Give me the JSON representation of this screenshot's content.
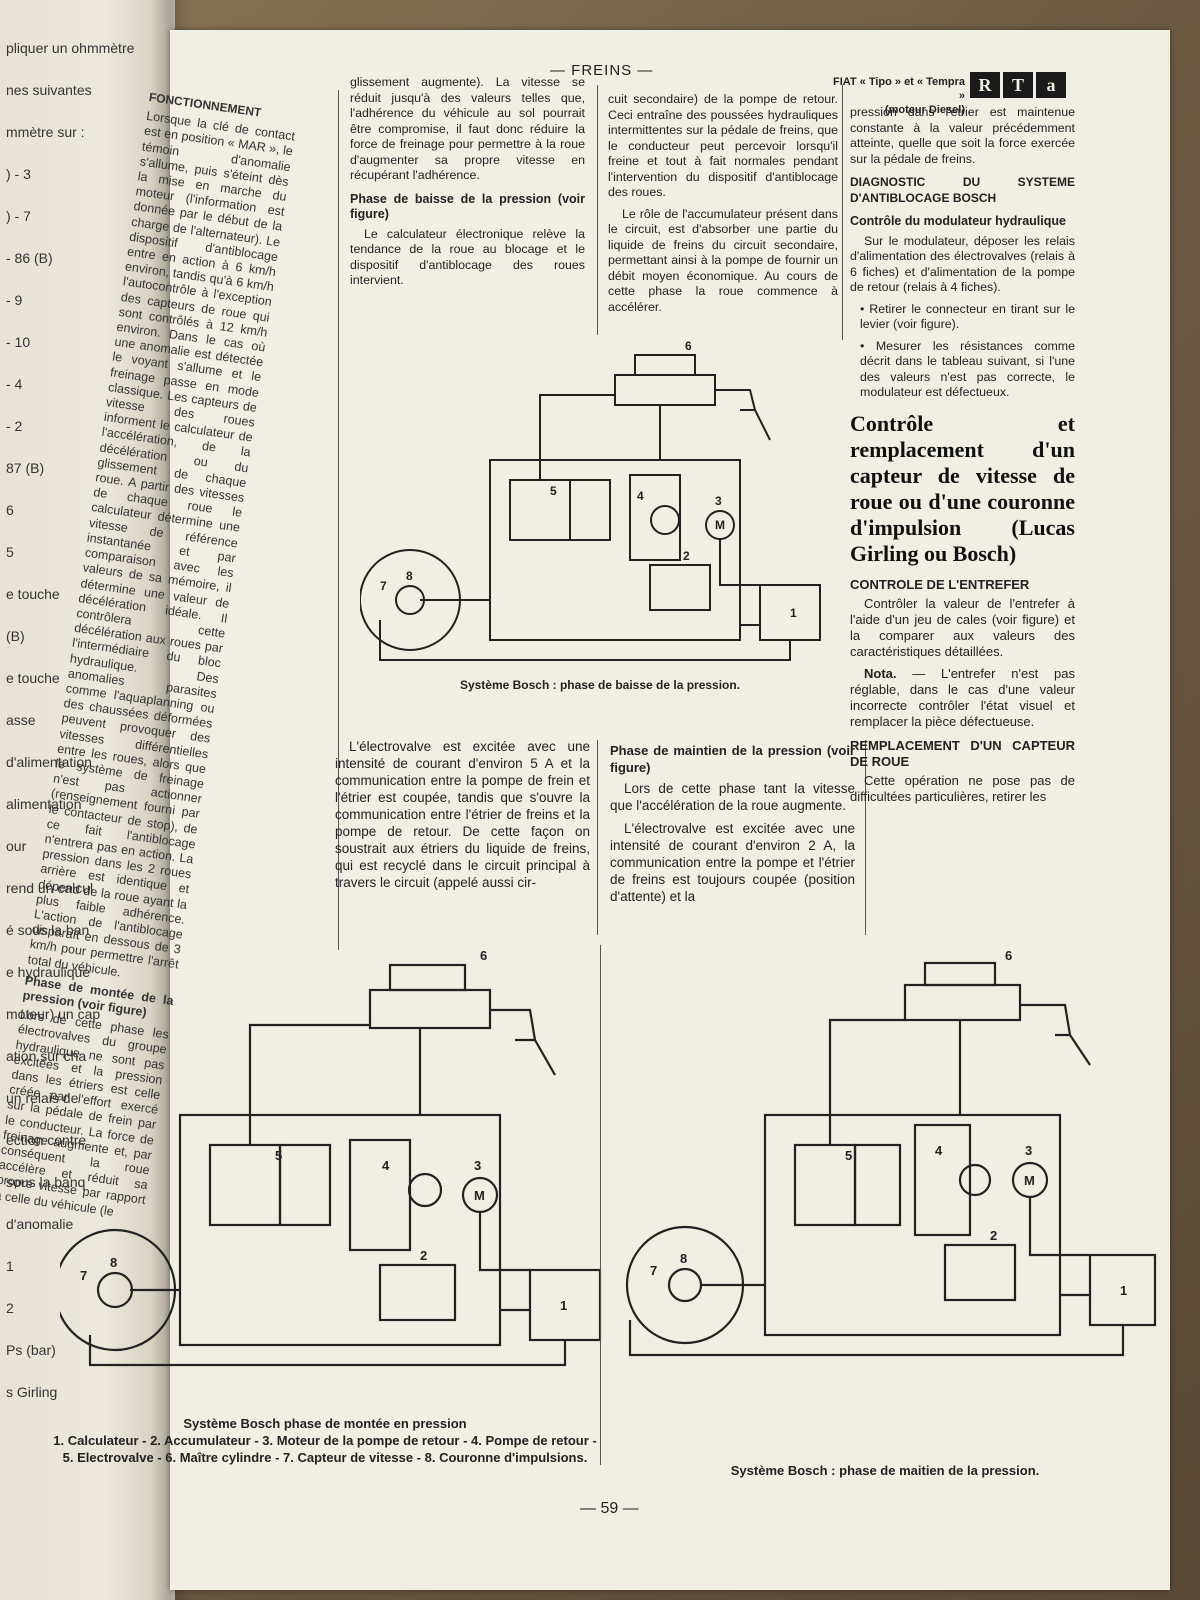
{
  "header": {
    "section": "— FREINS —",
    "car_line1": "FIAT « Tipo » et « Tempra »",
    "car_line2": "(moteur Diesel)",
    "logo": [
      "R",
      "T",
      "a"
    ]
  },
  "left_page": {
    "fragments": [
      "pliquer un ohmmètre",
      "nes suivantes",
      "mmètre sur :",
      ") - 3",
      ") - 7",
      "- 86 (B)",
      "- 9",
      "- 10",
      "- 4",
      "- 2",
      "87 (B)",
      "6",
      "5",
      "e touche",
      "(B)",
      "e touche",
      "asse",
      "d'alimentation",
      "alimentation",
      "our",
      "rend un calcul",
      "é sous la ban",
      "e hydraulique",
      "moteur) un cap",
      "ation sur cha",
      "un relais de",
      "ection contre",
      "sous la banq",
      "d'anomalie",
      "1",
      "2",
      "Ps (bar)",
      "s Girling"
    ]
  },
  "col0": {
    "heading": "FONCTIONNEMENT",
    "p1": "Lorsque la clé de contact est en position « MAR », le témoin d'anomalie s'allume, puis s'éteint dès la mise en marche du moteur (l'information est donnée par le début de la charge de l'alternateur). Le dispositif d'antiblocage entre en action à 6 km/h environ, tandis qu'à 6 km/h l'autocontrôle à l'exception des capteurs de roue qui sont contrôlés à 12 km/h environ. Dans le cas où une anomalie est détectée le voyant s'allume et le freinage passe en mode classique. Les capteurs de vitesse des roues informent le calculateur de l'accélération, de la décélération ou du glissement de chaque roue. A partir des vitesses de chaque roue le calculateur détermine une vitesse de référence instantanée et par comparaison avec les valeurs de sa mémoire, il détermine une valeur de décélération idéale. Il contrôlera cette décélération aux roues par l'intermédiaire du bloc hydraulique. Des anomalies parasites comme l'aquaplanning ou des chaussées déformées peuvent provoquer des vitesses différentielles entre les roues, alors que le système de freinage n'est pas actionner (renseignement fourni par le contacteur de stop), de ce fait l'antiblocage n'entrera pas en action. La pression dans les 2 roues arrière est identique et dépend de la roue ayant la plus faible adhérence. L'action de l'antiblocage disparaît en dessous de 3 km/h pour permettre l'arrêt total du véhicule.",
    "h2": "Phase de montée de la pression (voir figure)",
    "p2": "Lors de cette phase les électrovalves du groupe hydraulique ne sont pas excitées et la pression dans les étriers est celle créée par l'effort exercé sur la pédale de frein par le conducteur. La force de freinage augmente et, par conséquent la roue accélère et réduit sa propre vitesse par rapport à celle du véhicule (le"
  },
  "col1": {
    "p1": "glissement augmente). La vitesse se réduit jusqu'à des valeurs telles que, l'adhérence du véhicule au sol pourrait être compromise, il faut donc réduire la force de freinage pour permettre à la roue d'augmenter sa propre vitesse en récupérant l'adhérence.",
    "h1": "Phase de baisse de la pression (voir figure)",
    "p2": "Le calculateur électronique relève la tendance de la roue au blocage et le dispositif d'antiblocage des roues intervient.",
    "p3": "L'électrovalve est excitée avec une intensité de courant d'environ 5 A et la communication entre la pompe de frein et l'étrier est coupée, tandis que s'ouvre la communication entre l'étrier de freins et la pompe de retour. De cette façon on soustrait aux étriers du liquide de freins, qui est recyclé dans le circuit principal à travers le circuit (appelé aussi cir-"
  },
  "col2": {
    "p1": "cuit secondaire) de la pompe de retour. Ceci entraîne des poussées hydrauliques intermittentes sur la pédale de freins, que le conducteur peut percevoir lorsqu'il freine et tout à fait normales pendant l'intervention du dispositif d'antiblocage des roues.",
    "p2": "Le rôle de l'accumulateur présent dans le circuit, est d'absorber une partie du liquide de freins du circuit secondaire, permettant ainsi à la pompe de fournir un débit moyen économique. Au cours de cette phase la roue commence à accélérer.",
    "h1": "Phase de maintien de la pression (voir figure)",
    "p3": "Lors de cette phase tant la vitesse que l'accélération de la roue augmente.",
    "p4": "L'électrovalve est excitée avec une intensité de courant d'environ 2 A, la communication entre la pompe et l'étrier de freins est toujours coupée (position d'attente) et la"
  },
  "col3": {
    "p1": "pression dans l'étrier est maintenue constante à la valeur précédemment atteinte, quelle que soit la force exercée sur la pédale de freins.",
    "h1": "DIAGNOSTIC DU SYSTEME D'ANTIBLOCAGE BOSCH",
    "h2": "Contrôle du modulateur hydraulique",
    "p2": "Sur le modulateur, déposer les relais d'alimentation des électrovalves (relais à 6 fiches) et d'alimentation de la pompe de retour (relais à 4 fiches).",
    "b1": "• Retirer le connecteur en tirant sur le levier (voir figure).",
    "b2": "• Mesurer les résistances comme décrit dans le tableau suivant, si l'une des valeurs n'est pas correcte, le modulateur est défectueux.",
    "bigtitle": "Contrôle et remplacement d'un capteur de vitesse de roue ou d'une couronne d'impulsion (Lucas Girling ou Bosch)",
    "h3": "CONTROLE DE L'ENTREFER",
    "p3": "Contrôler la valeur de l'entrefer à l'aide d'un jeu de cales (voir figure) et la comparer aux valeurs des caractéristiques détaillées.",
    "nota_label": "Nota.",
    "nota": " — L'entrefer n'est pas réglable, dans le cas d'une valeur incorrecte contrôler l'état visuel et remplacer la pièce défectueuse.",
    "h4": "REMPLACEMENT D'UN CAPTEUR DE ROUE",
    "p4": "Cette opération ne pose pas de difficultées particulières, retirer les"
  },
  "captions": {
    "fig_top": "Système Bosch : phase de baisse de la pression.",
    "fig_left_title": "Système Bosch phase de montée en pression",
    "fig_left_legend": "1. Calculateur - 2. Accumulateur - 3. Moteur de la pompe de retour - 4. Pompe de retour - 5. Electrovalve - 6. Maître cylindre - 7. Capteur de vitesse - 8. Couronne d'impulsions.",
    "fig_right": "Système Bosch : phase de maitien de la pression."
  },
  "diagram_labels": [
    "1",
    "2",
    "3",
    "4",
    "5",
    "6",
    "7",
    "8",
    "M"
  ],
  "page_number": "— 59 —"
}
